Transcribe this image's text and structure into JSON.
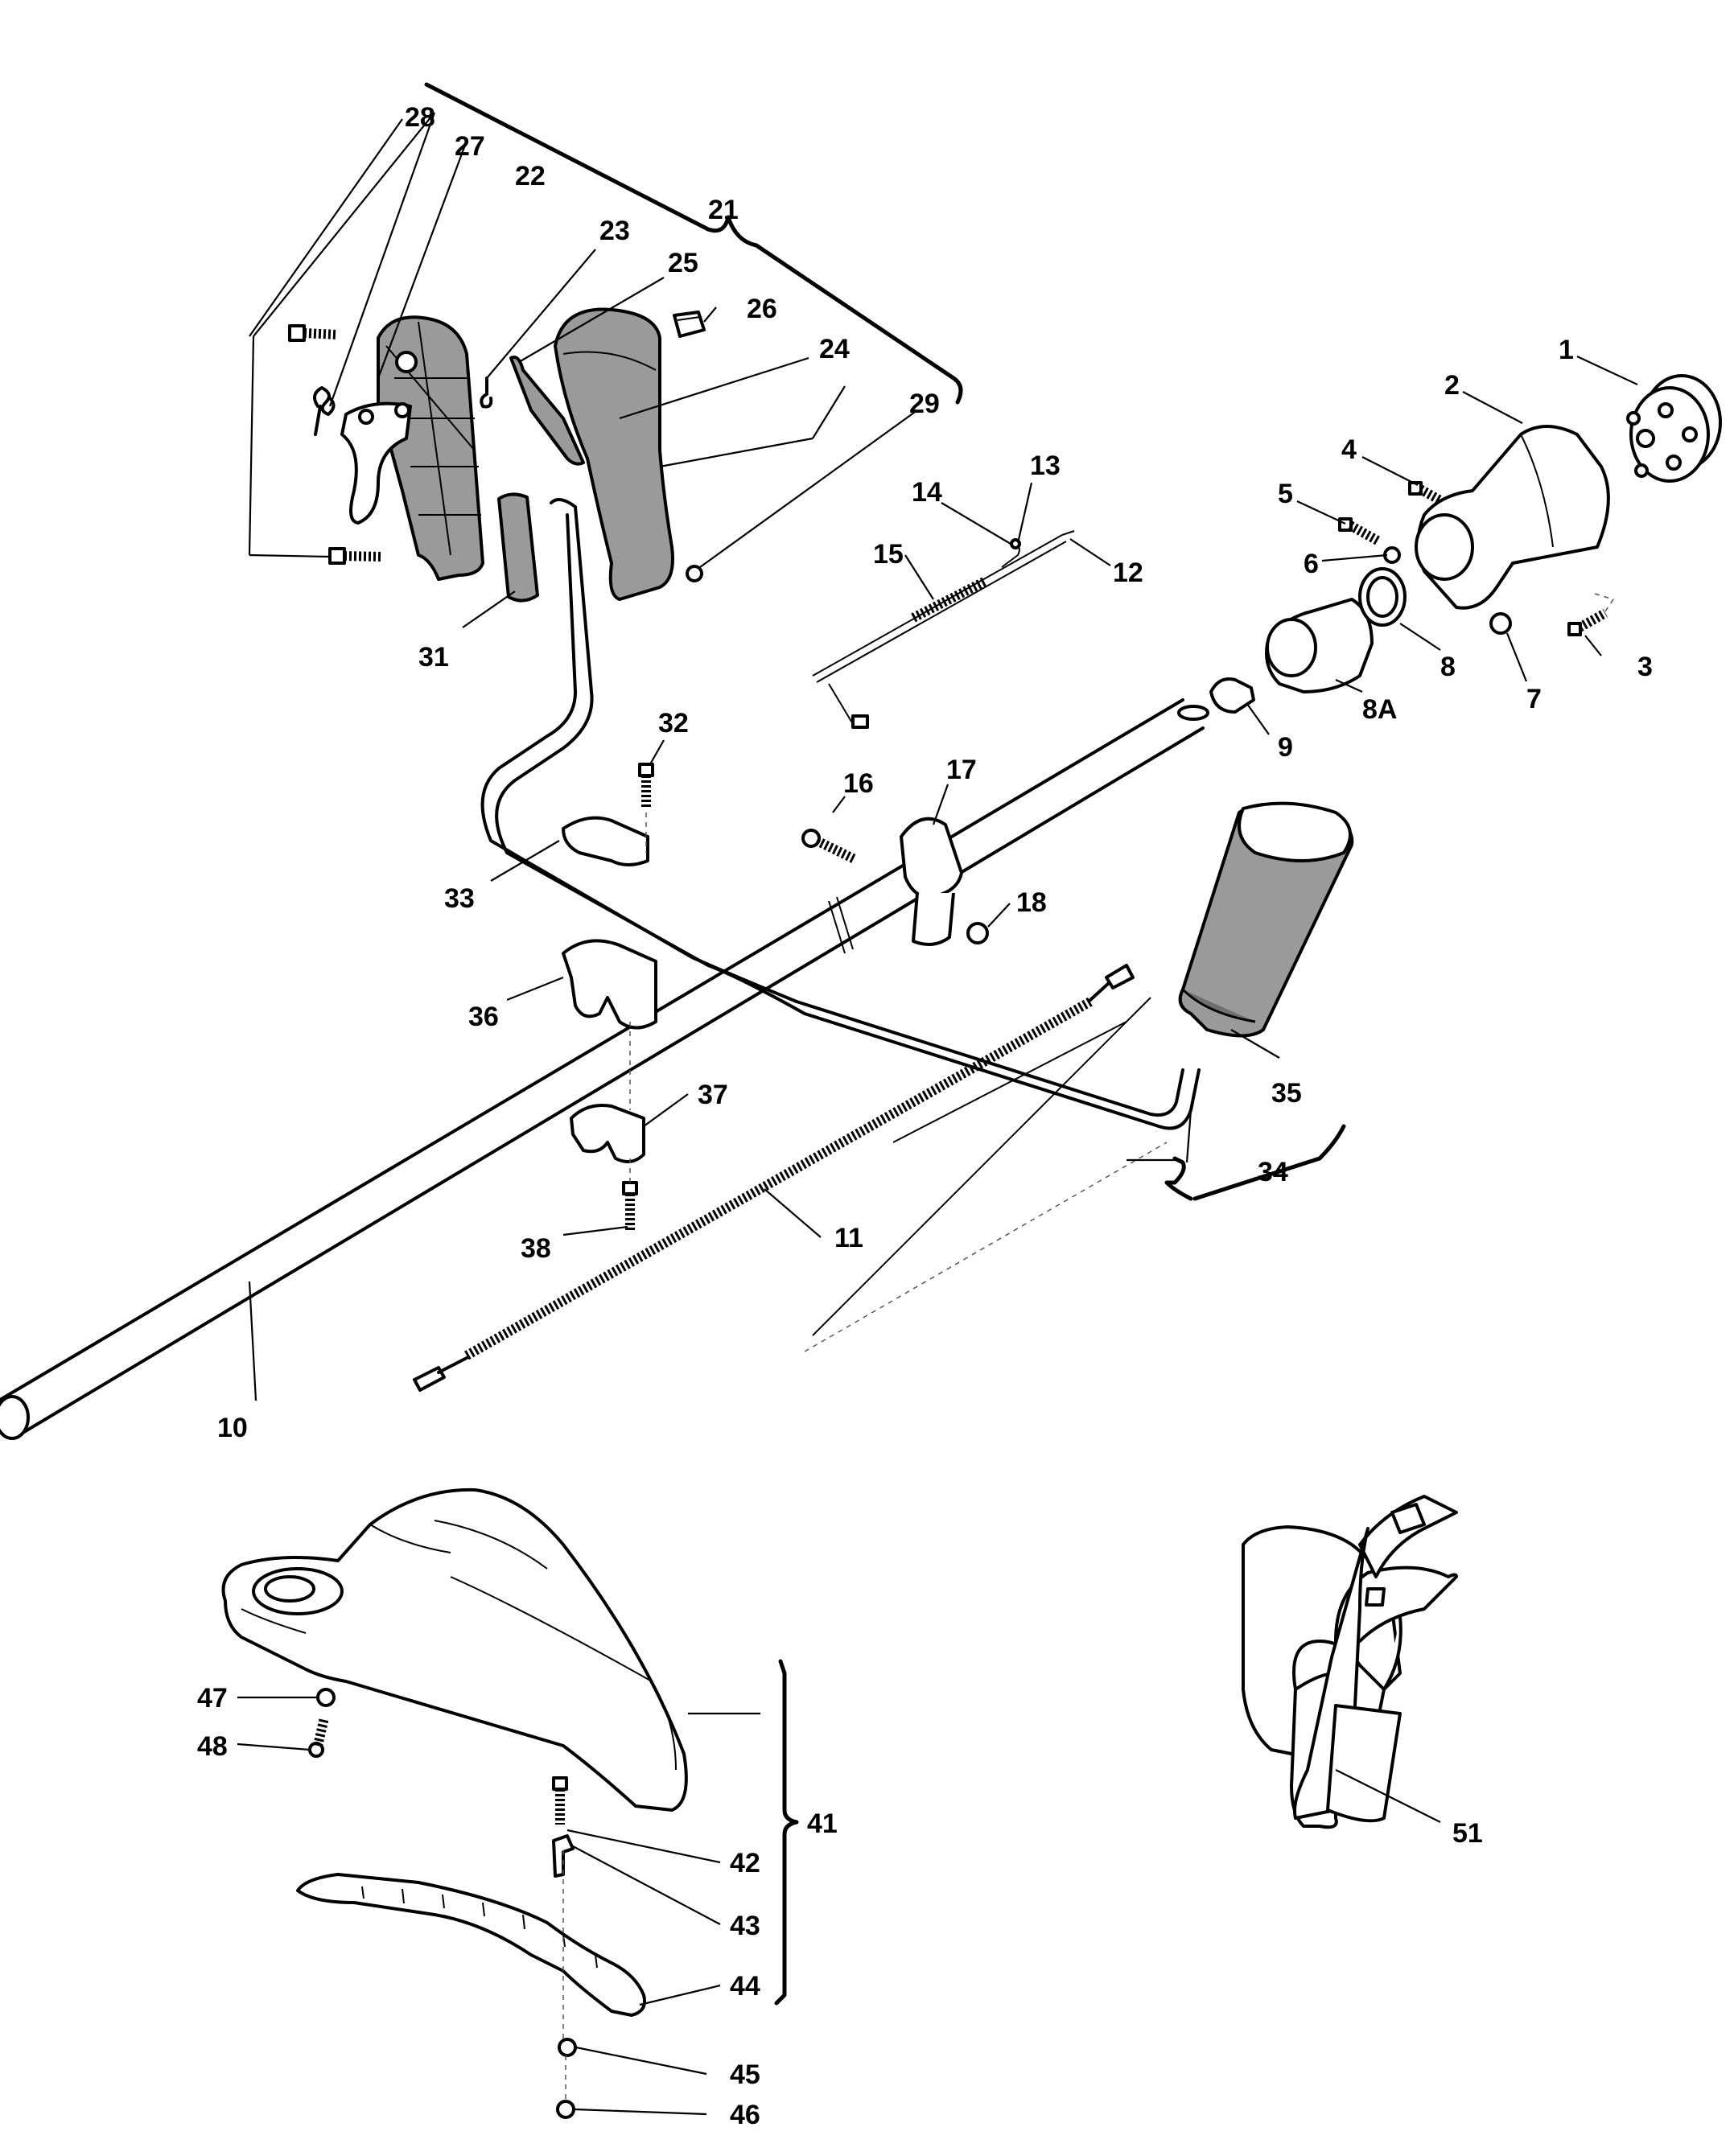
{
  "labels": {
    "l1": "1",
    "l2": "2",
    "l3": "3",
    "l4": "4",
    "l5": "5",
    "l6": "6",
    "l7": "7",
    "l8": "8",
    "l8a": "8A",
    "l9": "9",
    "l10": "10",
    "l11": "11",
    "l12": "12",
    "l13": "13",
    "l14": "14",
    "l15": "15",
    "l16": "16",
    "l17": "17",
    "l18": "18",
    "l21": "21",
    "l22": "22",
    "l23": "23",
    "l24": "24",
    "l25": "25",
    "l26": "26",
    "l27": "27",
    "l28": "28",
    "l29": "29",
    "l31": "31",
    "l32": "32",
    "l33": "33",
    "l34": "34",
    "l35": "35",
    "l36": "36",
    "l37": "37",
    "l38": "38",
    "l41": "41",
    "l42": "42",
    "l43": "43",
    "l44": "44",
    "l45": "45",
    "l46": "46",
    "l47": "47",
    "l48": "48",
    "l51": "51"
  },
  "colors": {
    "line": "#000000",
    "shade": "#9a9a9a",
    "background": "#ffffff"
  }
}
